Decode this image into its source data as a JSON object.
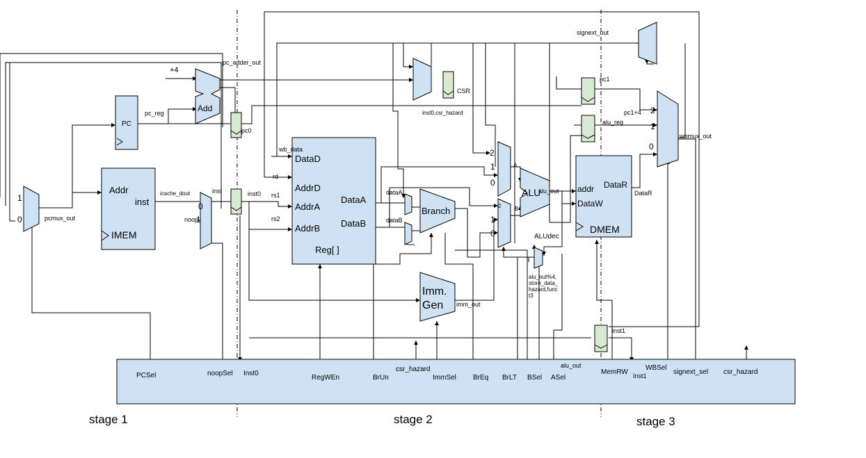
{
  "blocks": {
    "pc": "PC",
    "adder_plus4": "+4",
    "adder": "Add",
    "imem_addr": "Addr",
    "imem_inst": "inst",
    "imem_name": "IMEM",
    "reg_datad": "DataD",
    "reg_addrd": "AddrD",
    "reg_addra": "AddrA",
    "reg_addrb": "AddrB",
    "reg_dataa": "DataA",
    "reg_datab": "DataB",
    "reg_name": "Reg[ ]",
    "branch": "Branch",
    "immgen_1": "Imm.",
    "immgen_2": "Gen",
    "alu": "ALU",
    "aludec": "ALUdec",
    "csr": "CSR",
    "dmem_addr": "addr",
    "dmem_datar": "DataR",
    "dmem_dataw": "DataW",
    "dmem_name": "DMEM"
  },
  "wires": {
    "pc_adder_out": "pc_adder_out",
    "pc_reg": "pc_reg",
    "pc0": "pc0",
    "icache_dout": "icache_dout",
    "inst": "inst",
    "noop": "noop",
    "inst0": "inst0",
    "pcmux_out": "pcmux_out",
    "wb_data": "wb_data",
    "rd": "rd",
    "rs1": "rs1",
    "rs2": "rs2",
    "dataA": "dataA",
    "dataB": "dataB",
    "imm_out": "imm_out",
    "inst0_csr_hazard": "inst0,csr_hazard",
    "alu_out": "alu_out",
    "alu_out_mod": "alu_out%4,",
    "store_data": "store_data_",
    "hazard_func": "hazard,func",
    "t3": "t3",
    "signext_out": "signext_out",
    "pc1": "pc1",
    "pc1_plus4": "pc1+4",
    "alu_reg": "alu_reg",
    "wbmux_out": "wbmux_out",
    "datar_wire": "DataR",
    "inst1": "inst1",
    "mux_a": "A",
    "mux_b": "B"
  },
  "mux_inputs": {
    "pcmux_1": "1",
    "pcmux_0": "0",
    "noop_0": "0",
    "noop_1": "1",
    "amux_2": "2",
    "amux_1": "1",
    "amux_0": "0",
    "bmux_2": "2",
    "bmux_1": "1",
    "bmux_0": "0",
    "wb_2": "2",
    "wb_1": "1",
    "wb_0": "0"
  },
  "control": {
    "PCSel": "PCSel",
    "noopSel": "noopSel",
    "Inst0": "Inst0",
    "RegWEn": "RegWEn",
    "BrUn": "BrUn",
    "csr_hazard": "csr_hazard",
    "ImmSel": "ImmSel",
    "BrEq": "BrEq",
    "BrLT": "BrLT",
    "BSel": "BSel",
    "ASel": "ASel",
    "alu_out": "alu_out",
    "MemRW": "MemRW",
    "Inst1": "Inst1",
    "WBSel": "WBSel",
    "signext_sel": "signext_sel",
    "csr_hazard_2": "csr_hazard"
  },
  "stages": {
    "stage1": "stage 1",
    "stage2": "stage 2",
    "stage3": "stage 3"
  },
  "colors": {
    "block_fill": "#cfe2f3",
    "register_fill": "#d9ead3",
    "line": "#000000"
  }
}
